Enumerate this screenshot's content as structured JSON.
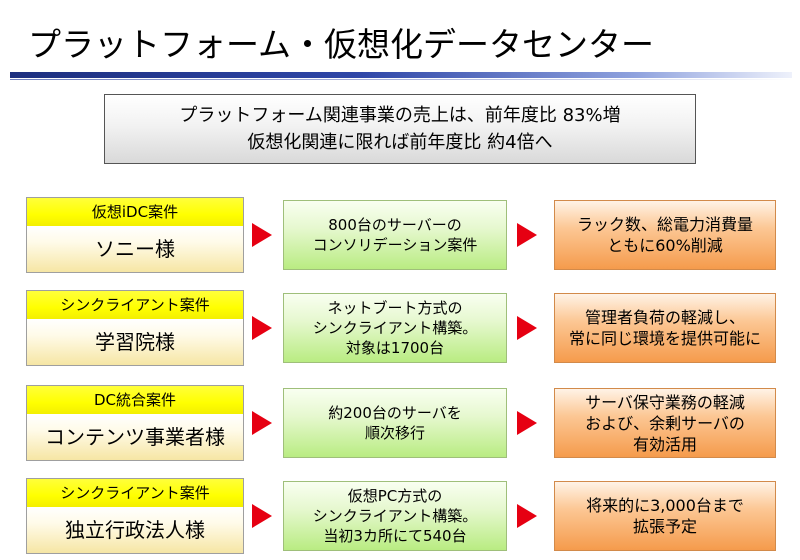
{
  "title": "プラットフォーム・仮想化データセンター",
  "summary": {
    "line1": "プラットフォーム関連事業の売上は、前年度比 83%増",
    "line2": "仮想化関連に限れば前年度比 約4倍へ"
  },
  "cases": [
    {
      "tag": "仮想iDC案件",
      "client": "ソニー様",
      "solution": [
        "800台のサーバーの",
        "コンソリデーション案件"
      ],
      "result": [
        "ラック数、総電力消費量",
        "ともに60%削減"
      ]
    },
    {
      "tag": "シンクライアント案件",
      "client": "学習院様",
      "solution": [
        "ネットブート方式の",
        "シンクライアント構築。",
        "対象は1700台"
      ],
      "result": [
        "管理者負荷の軽減し、",
        "常に同じ環境を提供可能に"
      ]
    },
    {
      "tag": "DC統合案件",
      "client": "コンテンツ事業者様",
      "solution": [
        "約200台のサーバを",
        "順次移行"
      ],
      "result": [
        "サーバ保守業務の軽減",
        "および、余剰サーバの",
        "有効活用"
      ]
    },
    {
      "tag": "シンクライアント案件",
      "client": "独立行政法人様",
      "solution": [
        "仮想PC方式の",
        "シンクライアント構築。",
        "当初3カ所にて540台"
      ],
      "result": [
        "将来的に3,000台まで",
        "拡張予定"
      ]
    }
  ],
  "colors": {
    "title_rule": "#2f47a8",
    "tag_yellow": "#ffff00",
    "solution_green": "#b9ec82",
    "result_orange": "#f59b4c",
    "arrow_red": "#e60012"
  }
}
